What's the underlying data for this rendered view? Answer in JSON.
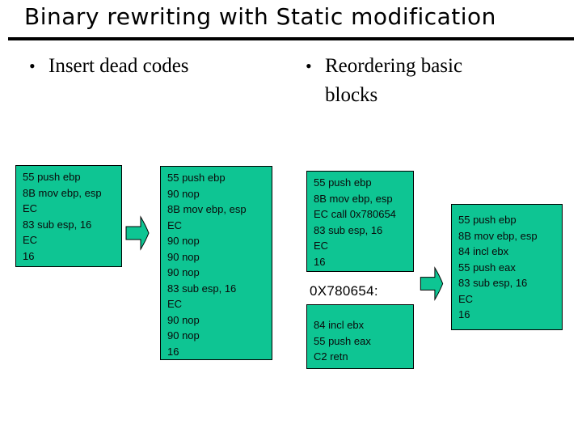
{
  "slide": {
    "title": "Binary rewriting with Static modification",
    "bullet_char": "•",
    "bullets": [
      "Insert dead codes",
      "Reordering basic blocks"
    ]
  },
  "colors": {
    "background": "#ffffff",
    "box_fill": "#0ec593",
    "box_border": "#000000",
    "text": "#000000"
  },
  "diagram": {
    "original_block_left": {
      "lines": [
        "55 push ebp",
        "8B mov ebp, esp",
        "EC",
        "83 sub esp, 16",
        "EC",
        "16"
      ]
    },
    "dead_code_block": {
      "lines": [
        "55 push ebp",
        "90 nop",
        "8B mov ebp, esp",
        "EC",
        "90 nop",
        "90 nop",
        "90 nop",
        "83 sub esp, 16",
        "EC",
        "90 nop",
        "90 nop",
        "16"
      ]
    },
    "call_patched_block": {
      "lines": [
        "55 push ebp",
        "8B mov ebp, esp",
        "EC call 0x780654",
        "83 sub esp, 16",
        "EC",
        "16"
      ]
    },
    "address_label": "0X780654:",
    "relocated_block": {
      "lines": [
        "84 incl ebx",
        "55 push eax",
        "C2 retn"
      ]
    },
    "reordered_block": {
      "lines": [
        "55 push ebp",
        "8B mov ebp, esp",
        "84 incl ebx",
        "55 push eax",
        "83 sub esp, 16",
        "EC",
        "16"
      ]
    },
    "arrow_icon": "right-block-arrow"
  }
}
